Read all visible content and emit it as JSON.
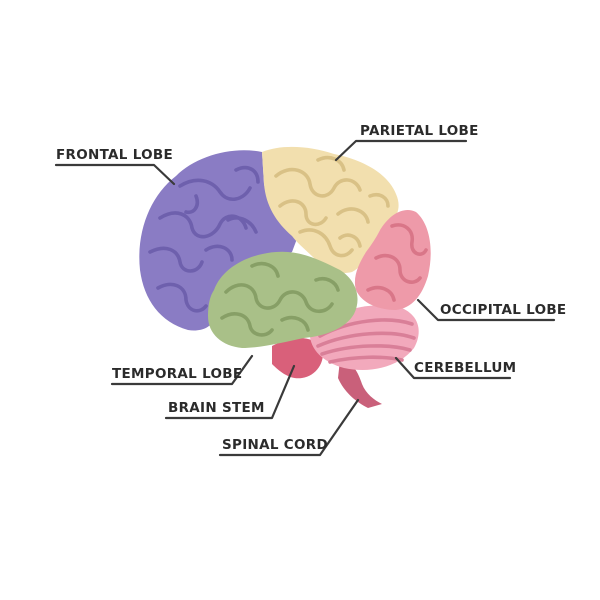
{
  "labels": {
    "frontal": "FRONTAL LOBE",
    "parietal": "PARIETAL LOBE",
    "occipital": "OCCIPITAL LOBE",
    "temporal": "TEMPORAL LOBE",
    "cerebellum": "CEREBELLUM",
    "brain_stem": "BRAIN STEM",
    "spinal_cord": "SPINAL CORD"
  },
  "colors": {
    "background": "#ffffff",
    "frontal": "#8a7cc4",
    "frontal_fold": "#6e60ad",
    "parietal": "#f2dfae",
    "parietal_fold": "#d9c186",
    "occipital": "#ee9aa9",
    "occipital_fold": "#d97688",
    "temporal": "#a9c088",
    "temporal_fold": "#879f66",
    "cerebellum": "#f2a9bc",
    "cerebellum_fold": "#d97f98",
    "brain_stem": "#d9607a",
    "spinal_cord": "#c9607a",
    "label_text": "#2b2b2b",
    "leader_line": "#3a3a3a"
  }
}
